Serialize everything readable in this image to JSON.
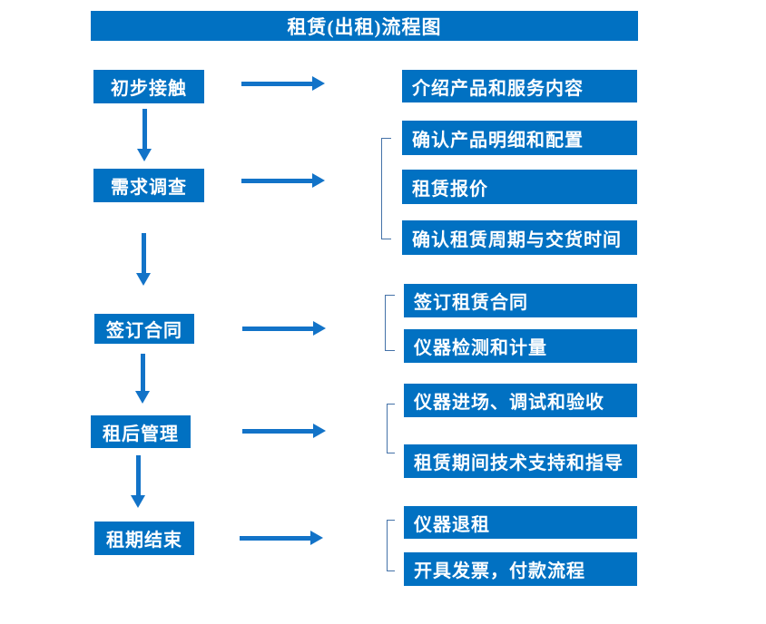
{
  "title": "租赁(出租)流程图",
  "colors": {
    "box": "#0171C2",
    "arrow": "#1273C8",
    "bracket": "#4472A8",
    "text": "#FFFFFF",
    "background": "#FFFFFF"
  },
  "steps": [
    {
      "label": "初步接触",
      "details": [
        "介绍产品和服务内容"
      ]
    },
    {
      "label": "需求调查",
      "details": [
        "确认产品明细和配置",
        "租赁报价",
        "确认租赁周期与交货时间"
      ]
    },
    {
      "label": "签订合同",
      "details": [
        "签订租赁合同",
        "仪器检测和计量"
      ]
    },
    {
      "label": "租后管理",
      "details": [
        "仪器进场、调试和验收",
        "租赁期间技术支持和指导"
      ]
    },
    {
      "label": "租期结束",
      "details": [
        "仪器退租",
        "开具发票，付款流程"
      ]
    }
  ]
}
